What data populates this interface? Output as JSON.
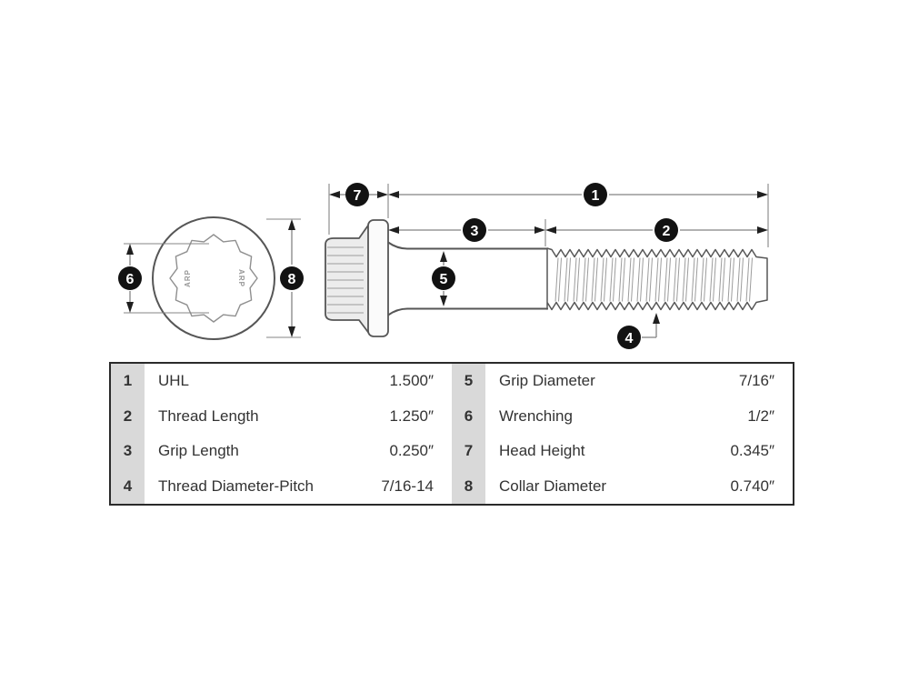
{
  "diagram": {
    "callouts": [
      "1",
      "2",
      "3",
      "4",
      "5",
      "6",
      "7",
      "8"
    ],
    "head_marking": "ARP"
  },
  "table": {
    "left_rows": [
      {
        "num": "1",
        "label": "UHL",
        "value": "1.500″"
      },
      {
        "num": "2",
        "label": "Thread Length",
        "value": "1.250″"
      },
      {
        "num": "3",
        "label": "Grip Length",
        "value": "0.250″"
      },
      {
        "num": "4",
        "label": "Thread Diameter-Pitch",
        "value": "7/16-14"
      }
    ],
    "right_rows": [
      {
        "num": "5",
        "label": "Grip Diameter",
        "value": "7/16″"
      },
      {
        "num": "6",
        "label": "Wrenching",
        "value": "1/2″"
      },
      {
        "num": "7",
        "label": "Head Height",
        "value": "0.345″"
      },
      {
        "num": "8",
        "label": "Collar Diameter",
        "value": "0.740″"
      }
    ]
  },
  "colors": {
    "outline": "#565656",
    "star_line": "#8f8f8f",
    "rib": "#9c9c9c",
    "dim_line": "#848484",
    "arrow": "#1f1f1f",
    "badge_bg": "#121212",
    "badge_text": "#ffffff",
    "table_border": "#2a2a2a",
    "num_col_bg": "#d9d9d9",
    "text": "#333333"
  }
}
